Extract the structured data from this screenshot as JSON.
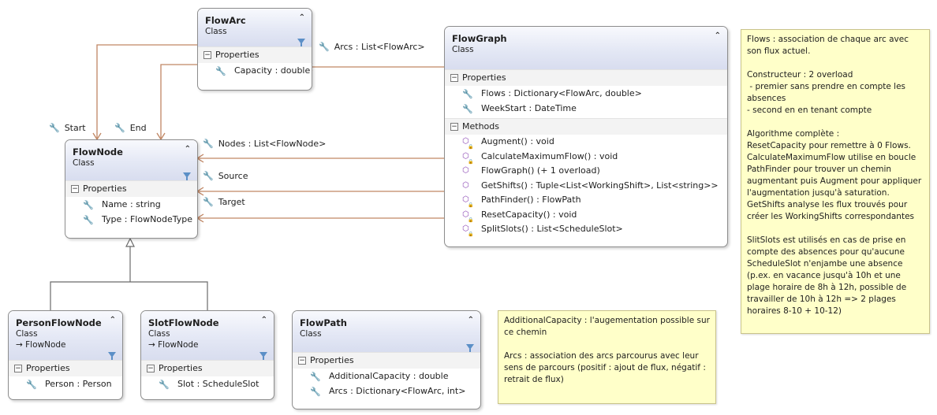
{
  "classes": {
    "flowarc": {
      "name": "FlowArc",
      "kind": "Class",
      "section": "Properties",
      "members": [
        "Capacity : double"
      ]
    },
    "flowgraph": {
      "name": "FlowGraph",
      "kind": "Class",
      "properties_label": "Properties",
      "properties": [
        "Flows : Dictionary<FlowArc, double>",
        "WeekStart : DateTime"
      ],
      "methods_label": "Methods",
      "methods": [
        "Augment() : void",
        "CalculateMaximumFlow() : void",
        "FlowGraph() (+ 1 overload)",
        "GetShifts() : Tuple<List<WorkingShift>, List<string>>",
        "PathFinder() : FlowPath",
        "ResetCapacity() : void",
        "SplitSlots() : List<ScheduleSlot>"
      ]
    },
    "flownode": {
      "name": "FlowNode",
      "kind": "Class",
      "section": "Properties",
      "members": [
        "Name : string",
        "Type : FlowNodeType"
      ]
    },
    "personflownode": {
      "name": "PersonFlowNode",
      "kind": "Class",
      "base": "→ FlowNode",
      "section": "Properties",
      "members": [
        "Person : Person"
      ]
    },
    "slotflownode": {
      "name": "SlotFlowNode",
      "kind": "Class",
      "base": "→ FlowNode",
      "section": "Properties",
      "members": [
        "Slot : ScheduleSlot"
      ]
    },
    "flowpath": {
      "name": "FlowPath",
      "kind": "Class",
      "section": "Properties",
      "members": [
        "AdditionalCapacity : double",
        "Arcs : Dictionary<FlowArc, int>"
      ]
    }
  },
  "associations": {
    "arcs": "Arcs : List<FlowArc>",
    "start": "Start",
    "end": "End",
    "nodes": "Nodes : List<FlowNode>",
    "source": "Source",
    "target": "Target"
  },
  "notes": {
    "right": [
      "Flows : association de chaque arc avec son flux actuel.",
      "Constructeur : 2 overload\n - premier sans prendre en compte les absences\n- second en en tenant compte",
      "Algorithme complète :\nResetCapacity pour remettre à 0 Flows.\nCalculateMaximumFlow utilise en boucle PathFinder pour trouver un chemin augmentant puis Augment pour appliquer l'augmentation jusqu'à saturation.\nGetShifts analyse les flux trouvés pour créer les WorkingShifts correspondantes",
      "SlitSlots est utilisés en cas de prise en compte des absences pour qu'aucune ScheduleSlot n'enjambe une absence (p.ex. en vacance jusqu'à 10h et une plage horaire de 8h à 12h, possible de travailler de 10h à 12h => 2 plages horaires 8-10 + 10-12)"
    ],
    "bottom": [
      "AdditionalCapacity : l'augementation possible sur ce chemin",
      "Arcs : association des arcs parcourus avec leur sens de parcours (positif : ajout de flux, négatif : retrait de flux)"
    ]
  }
}
